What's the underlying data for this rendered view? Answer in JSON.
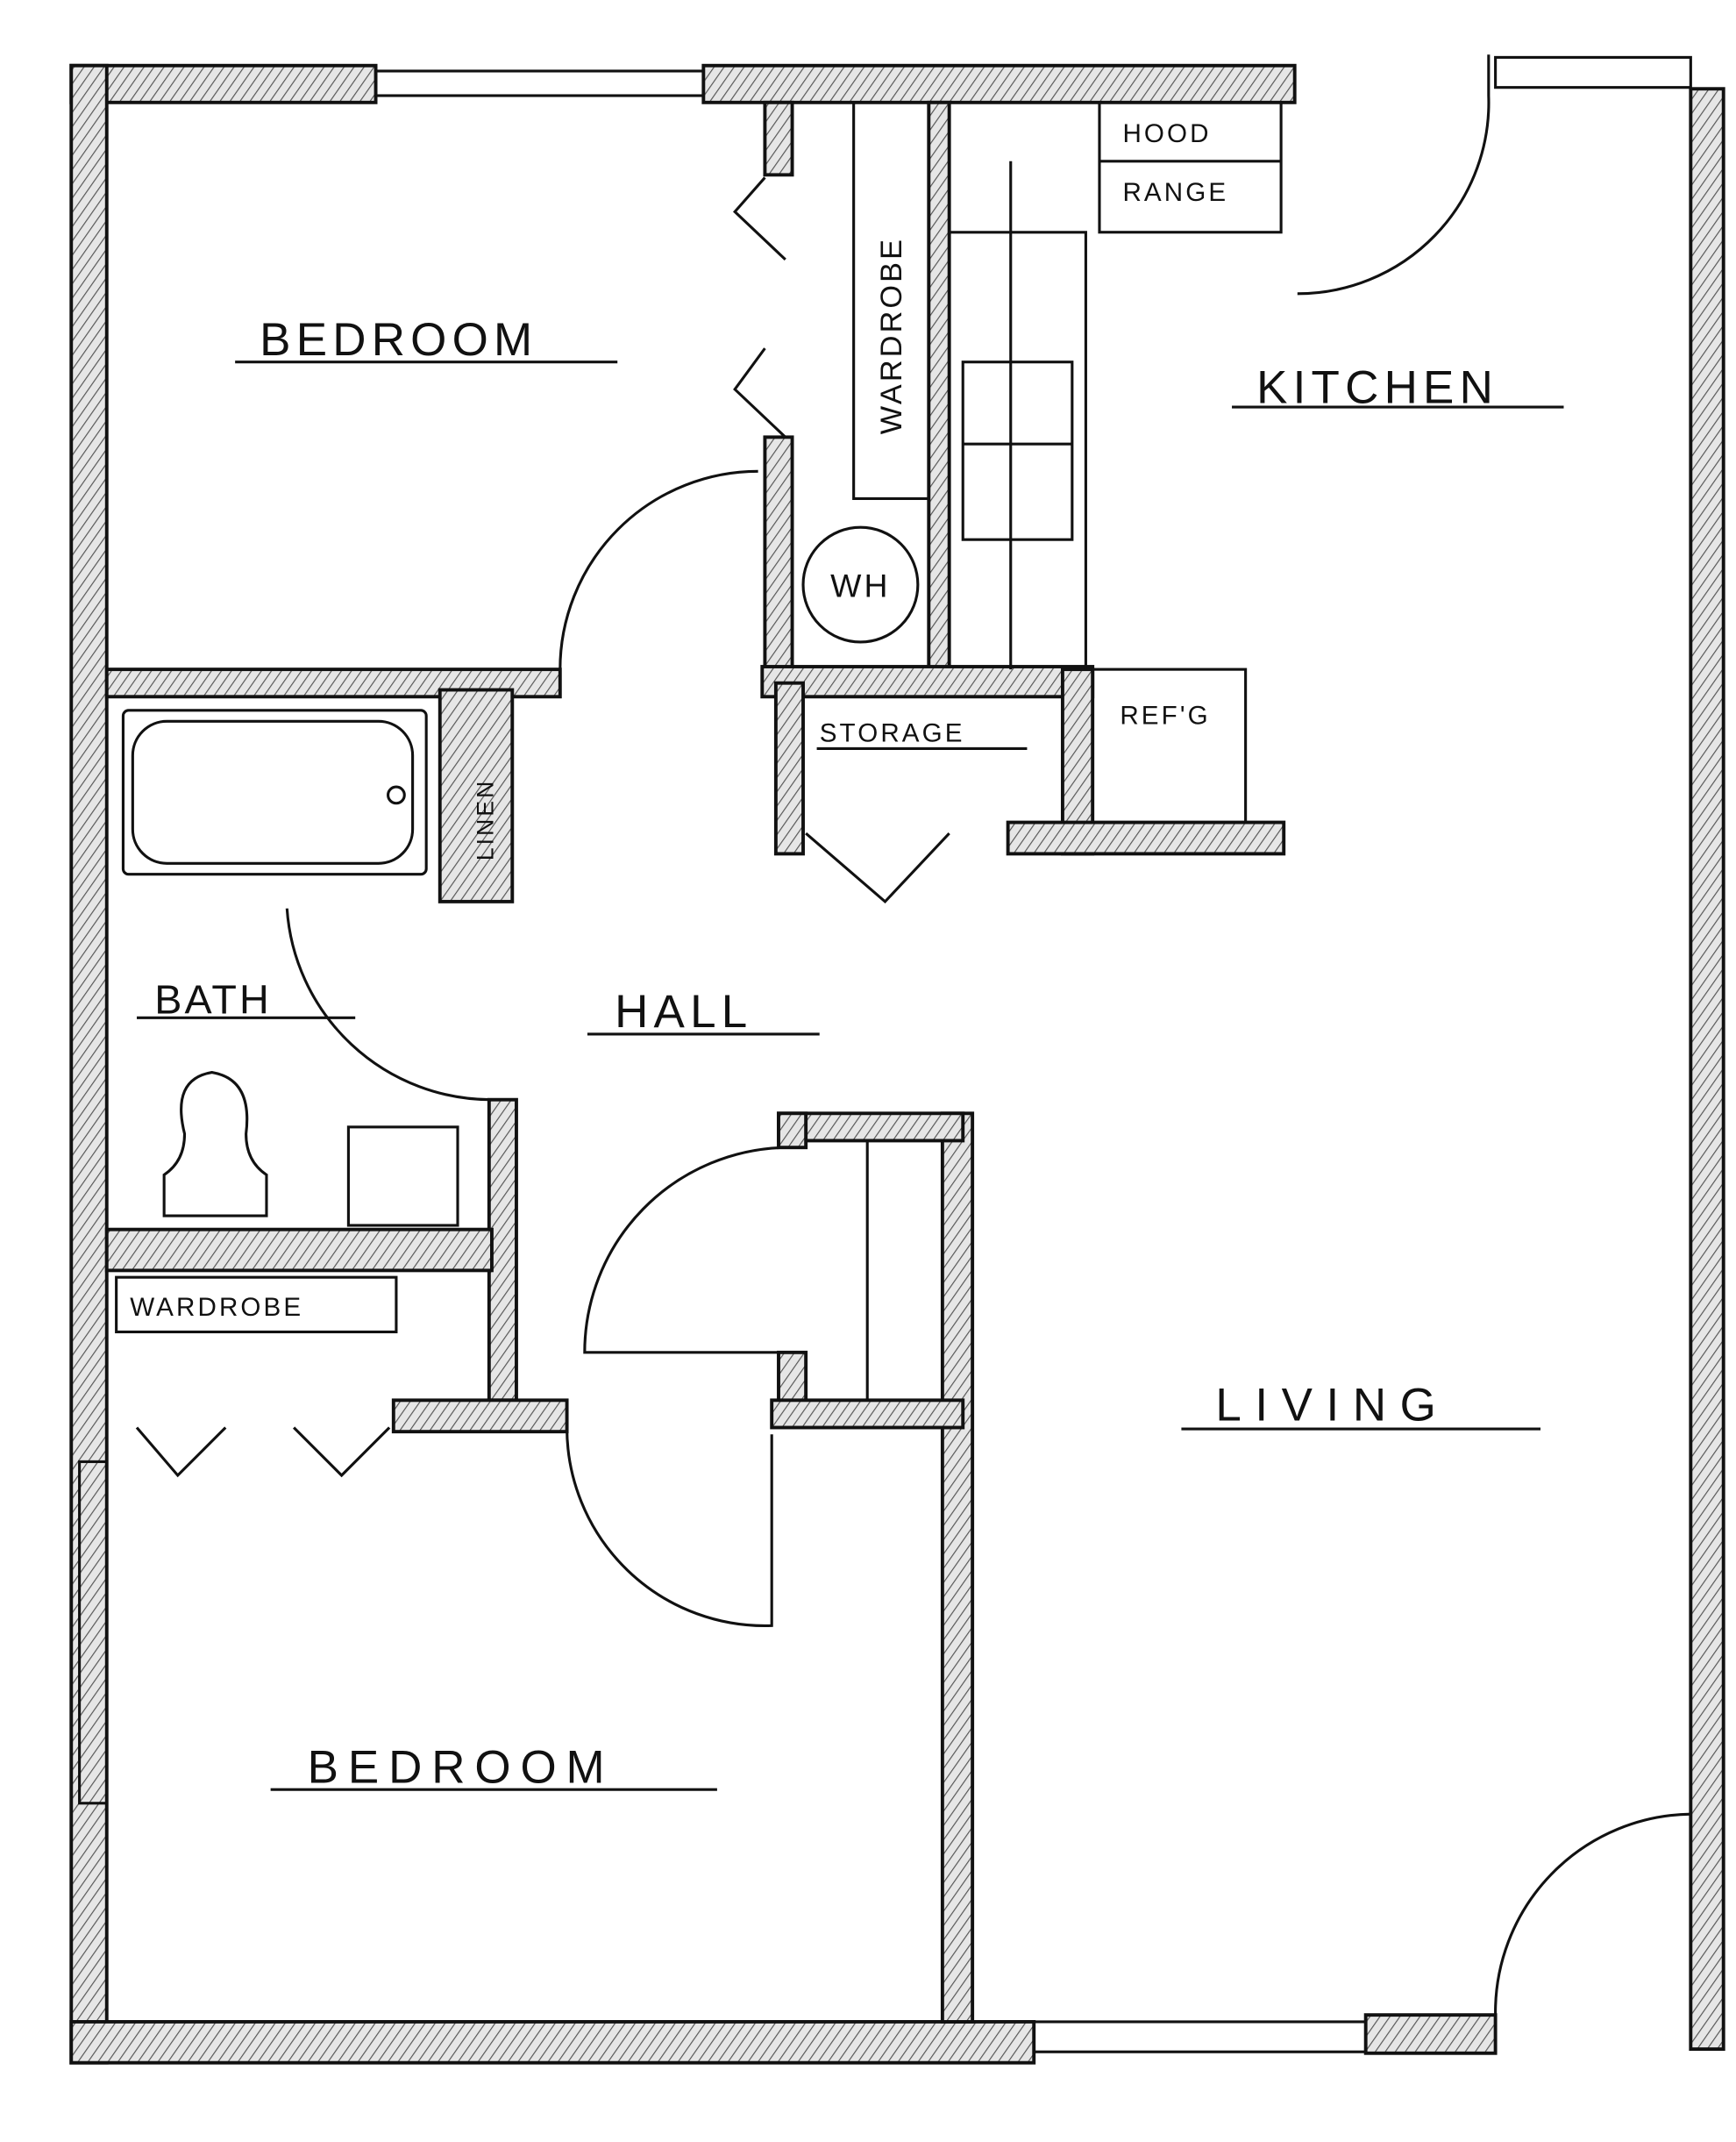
{
  "plan": {
    "rooms": {
      "bedroom_top": "BEDROOM",
      "kitchen": "KITCHEN",
      "hall": "HALL",
      "bath": "BATH",
      "living": "LIVING",
      "bedroom_bottom": "BEDROOM"
    },
    "fixtures": {
      "wardrobe_top": "WARDROBE",
      "water_heater": "WH",
      "storage": "STORAGE",
      "refrigerator": "REF'G",
      "hood": "HOOD",
      "range": "RANGE",
      "linen": "LINEN",
      "wardrobe_bottom": "WARDROBE"
    },
    "colors": {
      "ink": "#111111",
      "wall_fill": "#d8d8d8",
      "paper": "#ffffff"
    }
  }
}
